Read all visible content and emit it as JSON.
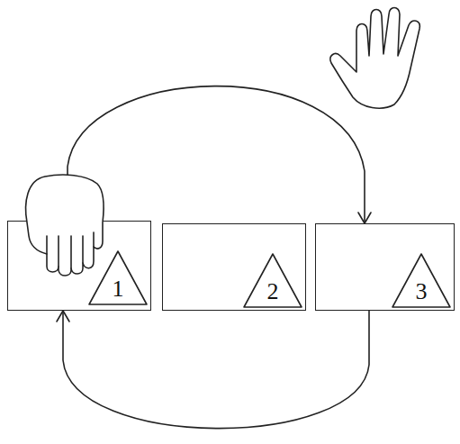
{
  "diagram": {
    "nodes": [
      {
        "text": [
          "1"
        ]
      },
      {
        "text": [
          "2"
        ]
      },
      {
        "text": [
          "3"
        ]
      }
    ],
    "edges": [
      {
        "from": 0,
        "to": 2,
        "arrow": "to"
      },
      {
        "from": 2,
        "to": 0,
        "arrow": "to"
      }
    ]
  }
}
